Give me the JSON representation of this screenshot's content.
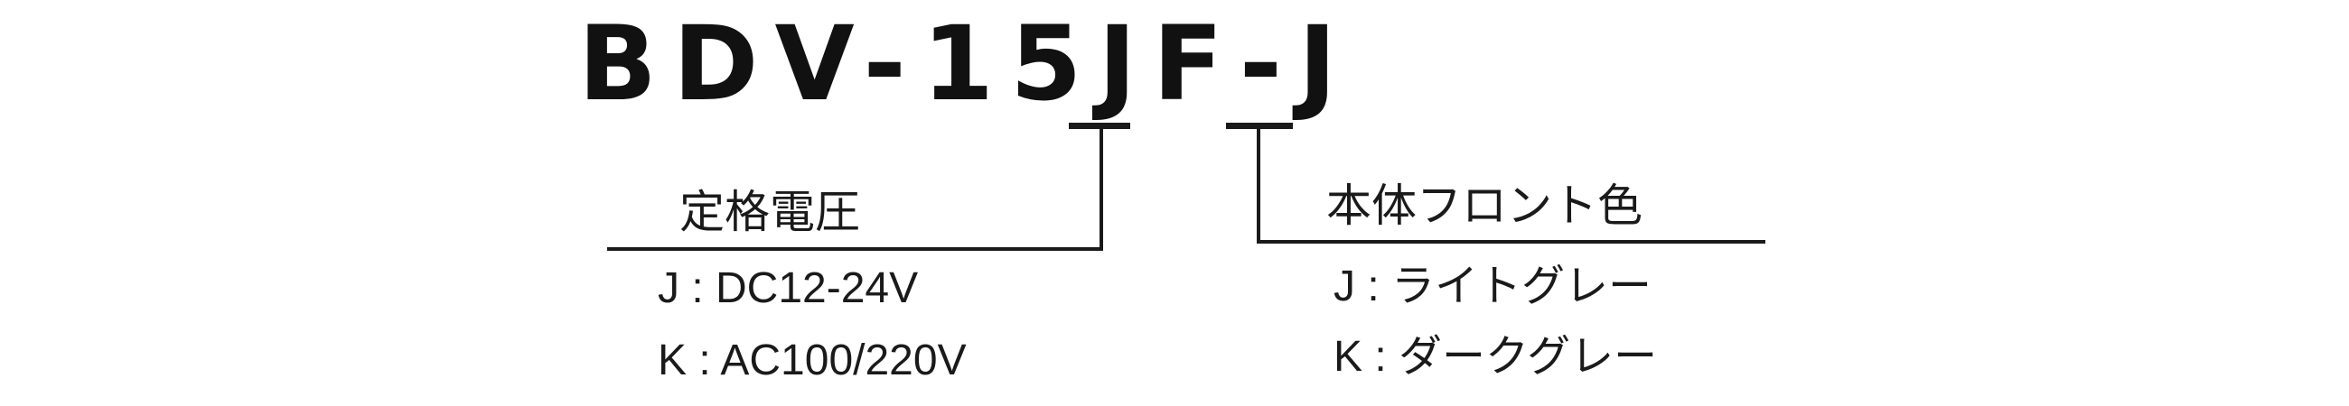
{
  "model_code": {
    "prefix": "BDV-15",
    "voltage_code": "J",
    "mid": "F",
    "separator": "-",
    "color_code": "J"
  },
  "voltage_group": {
    "title": "定格電圧",
    "options": [
      "J : DC12-24V",
      "K : AC100/220V"
    ]
  },
  "color_group": {
    "title": "本体フロント色",
    "options": [
      "J : ライトグレー",
      "K : ダークグレー"
    ]
  }
}
